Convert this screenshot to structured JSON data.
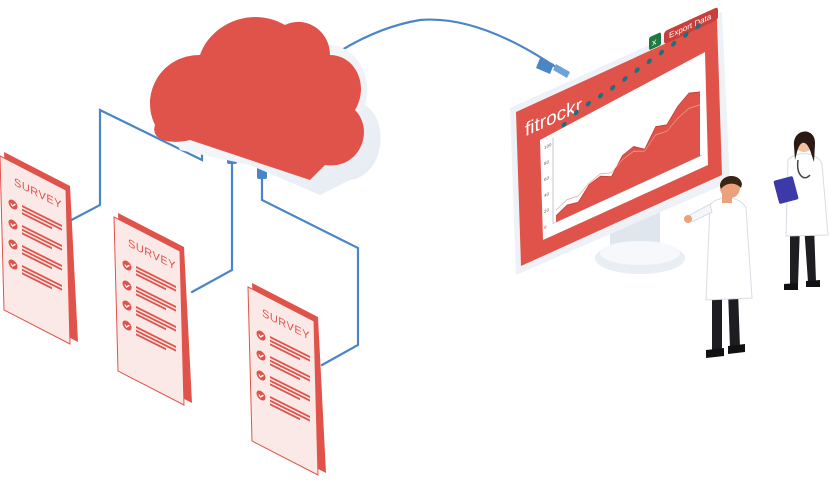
{
  "colors": {
    "accent": "#e0534a",
    "accent_dark": "#c9403a",
    "cable": "#4a86c5",
    "teal_dot": "#1f6f80",
    "cloud_side": "#e7edf3"
  },
  "surveys": [
    {
      "title": "SURVEY"
    },
    {
      "title": "SURVEY"
    },
    {
      "title": "SURVEY"
    }
  ],
  "monitor": {
    "brand": "fitrockr",
    "export_label": "Export Data",
    "excel_icon": "excel-icon"
  },
  "chart_data": {
    "type": "line",
    "title": "",
    "xlabel": "",
    "ylabel": "",
    "ylim": [
      0,
      100
    ],
    "y_ticks": [
      "0",
      "20",
      "40",
      "60",
      "80",
      "100"
    ],
    "series": [
      {
        "values": [
          8,
          15,
          12,
          28,
          32,
          25,
          45,
          50,
          40,
          62,
          58,
          75,
          85,
          80
        ]
      },
      {
        "values": [
          15,
          22,
          20,
          30,
          35,
          30,
          40,
          44,
          38,
          52,
          50,
          60,
          66,
          64
        ]
      }
    ],
    "dots": [
      40,
      48,
      52,
      55,
      58,
      62,
      66,
      70,
      74,
      78,
      82,
      86
    ]
  }
}
